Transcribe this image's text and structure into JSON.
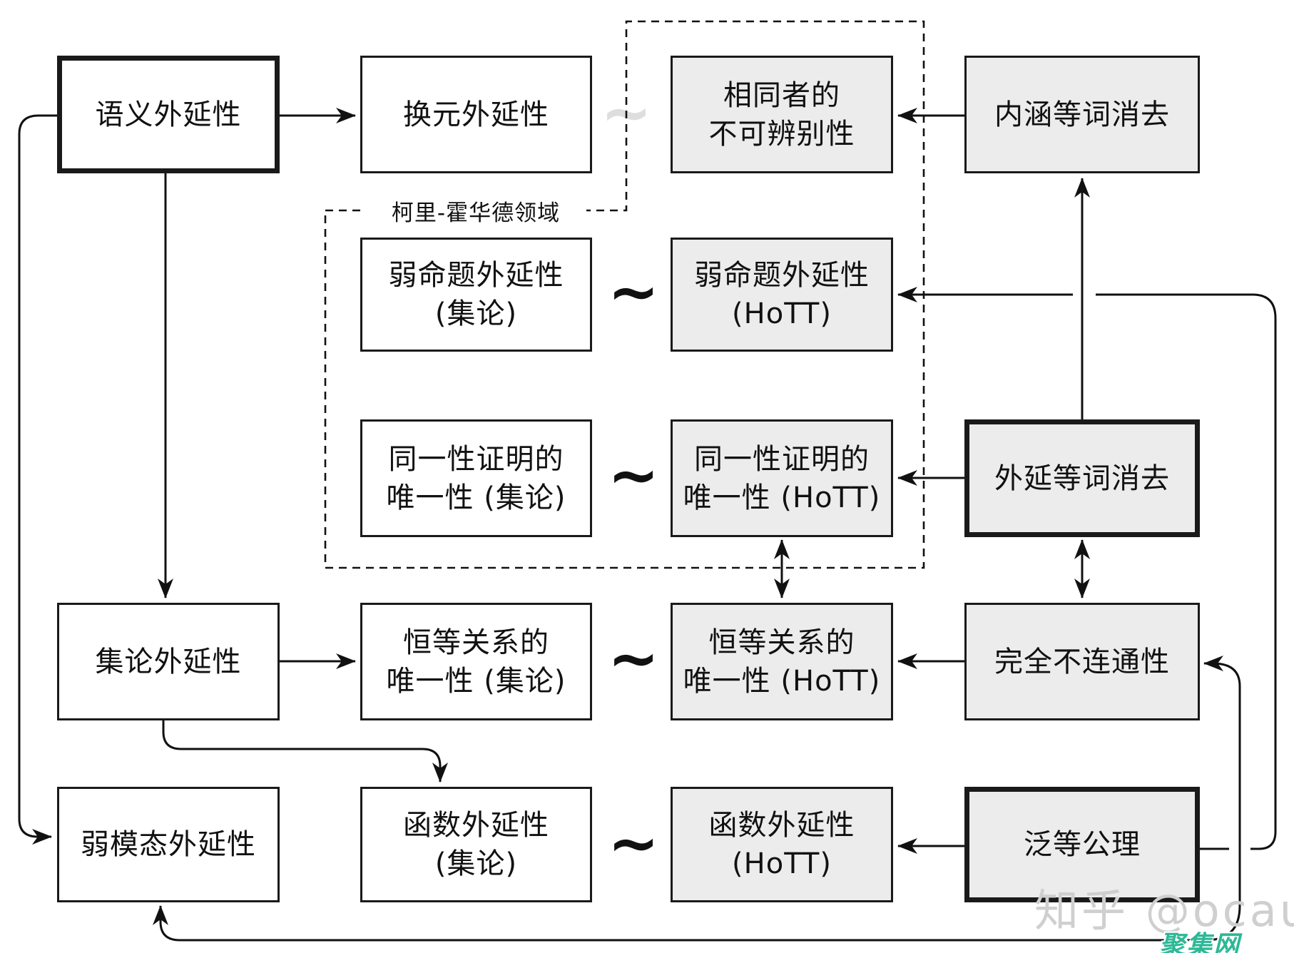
{
  "region_label": "柯里-霍华德领域",
  "equivalence_symbol": "∼",
  "boxes": [
    {
      "name": "semantic-extensionality",
      "label": "语义外延性"
    },
    {
      "name": "substitution-extensionality",
      "label": "换元外延性"
    },
    {
      "name": "indiscernibility-of-identicals",
      "label": "相同者的\n不可辨别性"
    },
    {
      "name": "intensional-equality-elimination",
      "label": "内涵等词消去"
    },
    {
      "name": "weak-propositional-extensionality-set",
      "label": "弱命题外延性\n(集论)"
    },
    {
      "name": "weak-propositional-extensionality-hott",
      "label": "弱命题外延性\n(HoTT)"
    },
    {
      "name": "uniqueness-of-identity-proofs-set",
      "label": "同一性证明的\n唯一性 (集论)"
    },
    {
      "name": "uniqueness-of-identity-proofs-hott",
      "label": "同一性证明的\n唯一性 (HoTT)"
    },
    {
      "name": "extensional-equality-elimination",
      "label": "外延等词消去"
    },
    {
      "name": "set-theoretic-extensionality",
      "label": "集论外延性"
    },
    {
      "name": "uniqueness-of-identity-relation-set",
      "label": "恒等关系的\n唯一性 (集论)"
    },
    {
      "name": "uniqueness-of-identity-relation-hott",
      "label": "恒等关系的\n唯一性 (HoTT)"
    },
    {
      "name": "total-disconnectedness",
      "label": "完全不连通性"
    },
    {
      "name": "weak-modal-extensionality",
      "label": "弱模态外延性"
    },
    {
      "name": "function-extensionality-set",
      "label": "函数外延性\n(集论)"
    },
    {
      "name": "function-extensionality-hott",
      "label": "函数外延性\n(HoTT)"
    },
    {
      "name": "univalence-axiom",
      "label": "泛等公理"
    }
  ],
  "watermark": {
    "author": "知乎 @ocau",
    "site": "聚集网"
  },
  "colors": {
    "box_fill_gray": "#ececec",
    "box_fill_white": "#ffffff",
    "line": "#111111",
    "watermark_author": "#cfcfcf",
    "watermark_site": "#2db896",
    "faded_tilde": "#dedede"
  }
}
